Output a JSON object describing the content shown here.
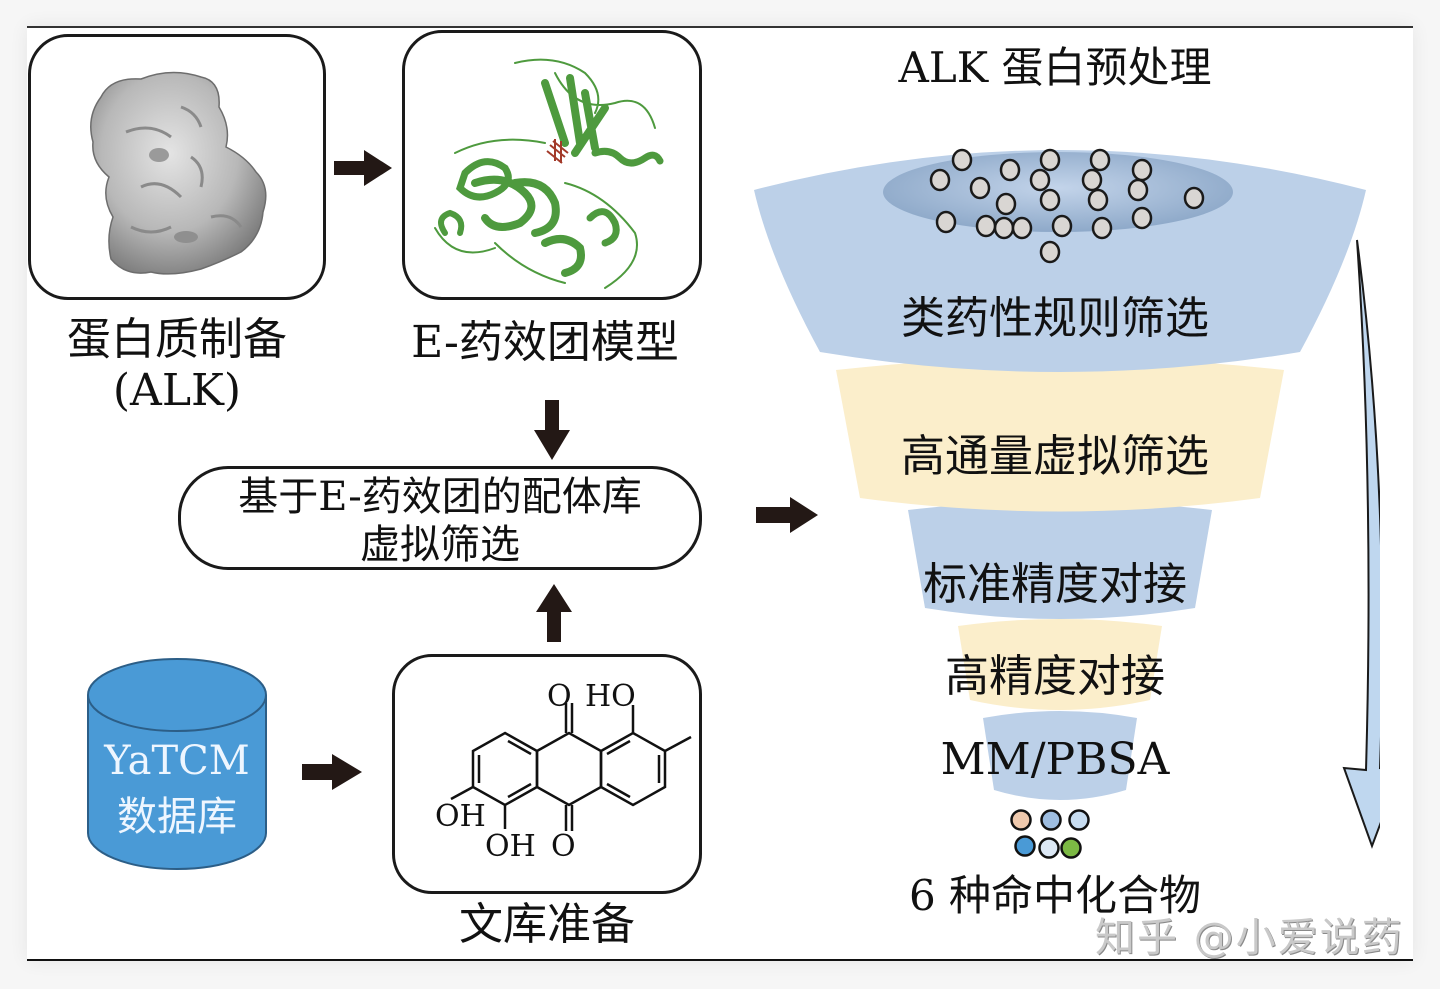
{
  "left_panel": {
    "protein_box": {
      "label_line1": "蛋白质制备",
      "label_line2": "(ALK)",
      "image_icon": "protein-surface-gray"
    },
    "pharmacophore_box": {
      "label": "E-药效团模型",
      "image_icon": "protein-ribbon-green"
    },
    "screening_box": {
      "line1": "基于E-药效团的配体库",
      "line2": "虚拟筛选"
    },
    "database": {
      "line1": "YaTCM",
      "line2": "数据库",
      "color": "#4a9ad6"
    },
    "library_box": {
      "label": "文库准备",
      "molecule_labels": {
        "top_o": "O",
        "top_ho": "HO",
        "left_oh": "OH",
        "bottom_oh": "OH",
        "bottom_o": "O"
      }
    }
  },
  "funnel": {
    "title": "ALK 蛋白预处理",
    "tiers": [
      {
        "label": "类药性规则筛选",
        "color": "#bcd0e8"
      },
      {
        "label": "高通量虚拟筛选",
        "color": "#fbeecb"
      },
      {
        "label": "标准精度对接",
        "color": "#bcd0e8"
      },
      {
        "label": "高精度对接",
        "color": "#fbeecb"
      },
      {
        "label": "MM/PBSA",
        "color": "#bcd0e8"
      }
    ],
    "input_dot_count": 22,
    "hit_compounds": {
      "label": "6 种命中化合物",
      "colors": [
        "#efc9ad",
        "#9ebde0",
        "#c7dcf0",
        "#4a9ad6",
        "#dce8f5",
        "#7cb944"
      ]
    },
    "progress_arrow_color": "#bfd7ef"
  },
  "watermark": "知乎 @小爱说药"
}
